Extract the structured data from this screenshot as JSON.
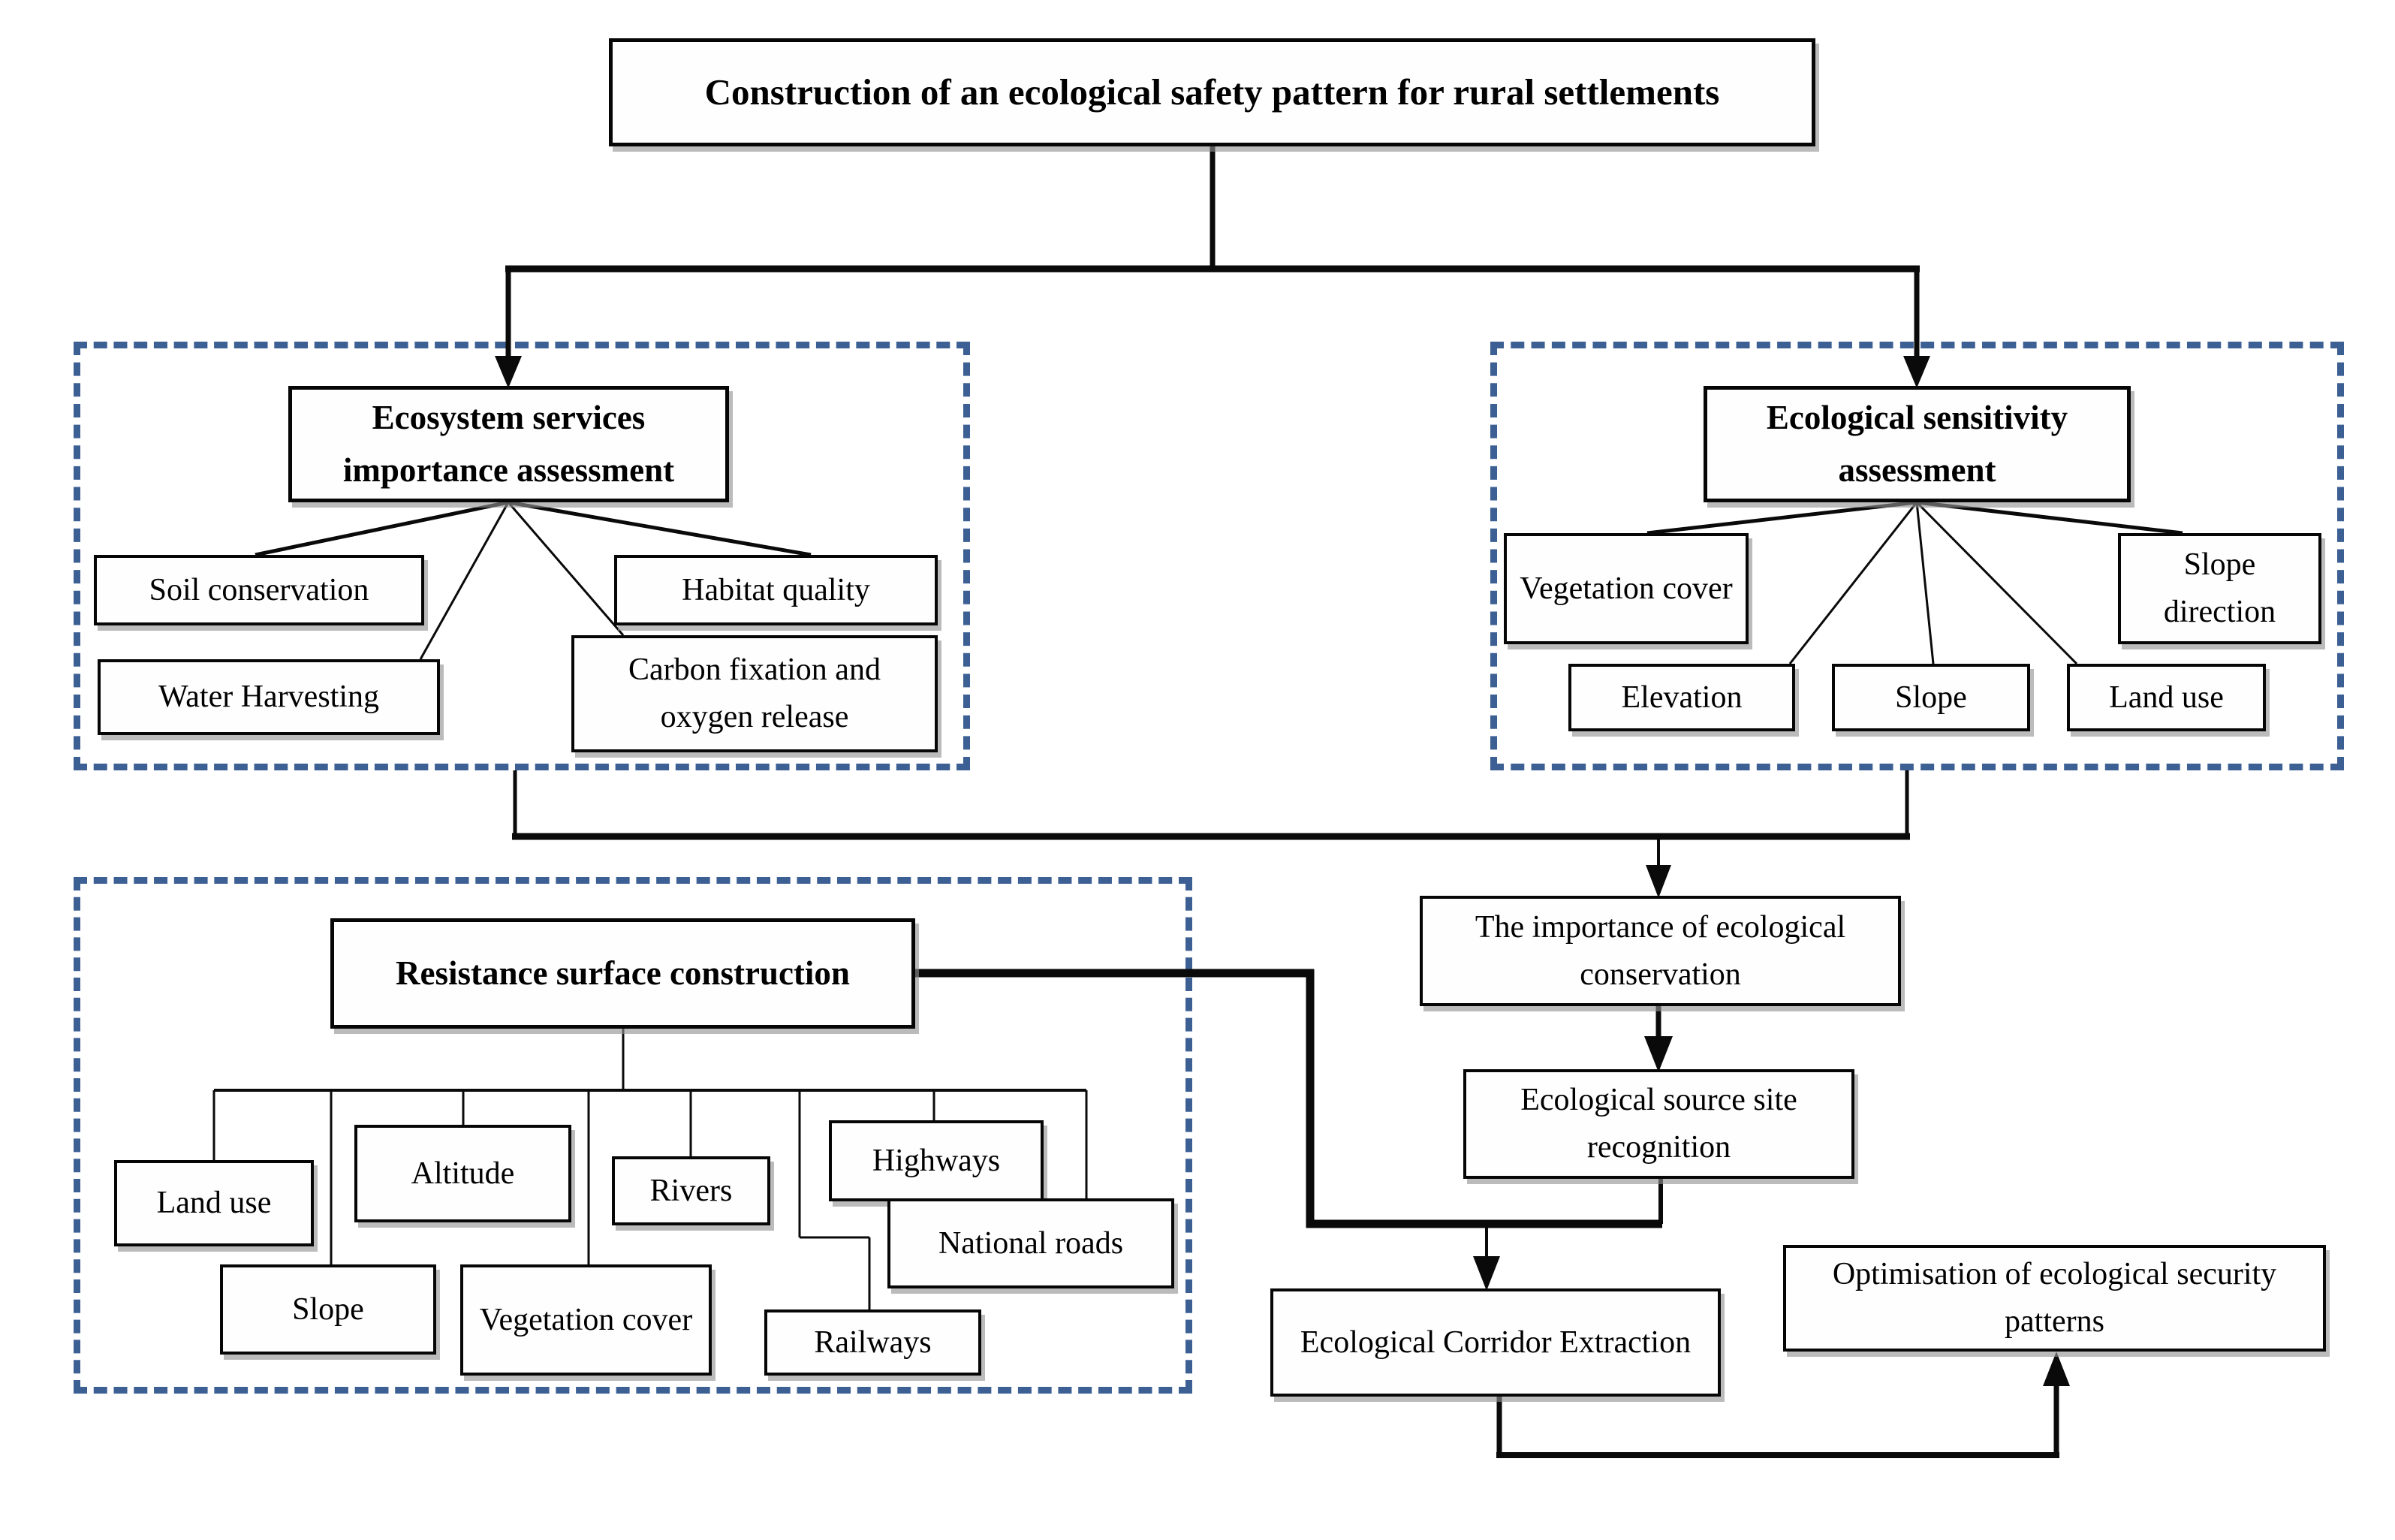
{
  "title": "Construction of an ecological safety pattern for rural settlements",
  "esia": {
    "header": "Ecosystem services importance assessment",
    "soil": "Soil conservation",
    "water": "Water Harvesting",
    "habitat": "Habitat quality",
    "carbon": "Carbon fixation and oxygen release"
  },
  "esa": {
    "header": "Ecological sensitivity assessment",
    "vegetation": "Vegetation cover",
    "elevation": "Elevation",
    "slope": "Slope",
    "landuse": "Land use",
    "slopedir": "Slope direction"
  },
  "resistance": {
    "header": "Resistance surface construction",
    "landuse": "Land use",
    "slope": "Slope",
    "altitude": "Altitude",
    "vegetation": "Vegetation cover",
    "rivers": "Rivers",
    "railways": "Railways",
    "highways": "Highways",
    "national_roads": "National roads"
  },
  "flow": {
    "importance": "The importance of ecological conservation",
    "source": "Ecological source site recognition",
    "corridor": "Ecological Corridor Extraction",
    "optimisation": "Optimisation of ecological security patterns"
  },
  "colors": {
    "dash_blue": "#3d6094",
    "line_black": "#0a0a0a"
  }
}
